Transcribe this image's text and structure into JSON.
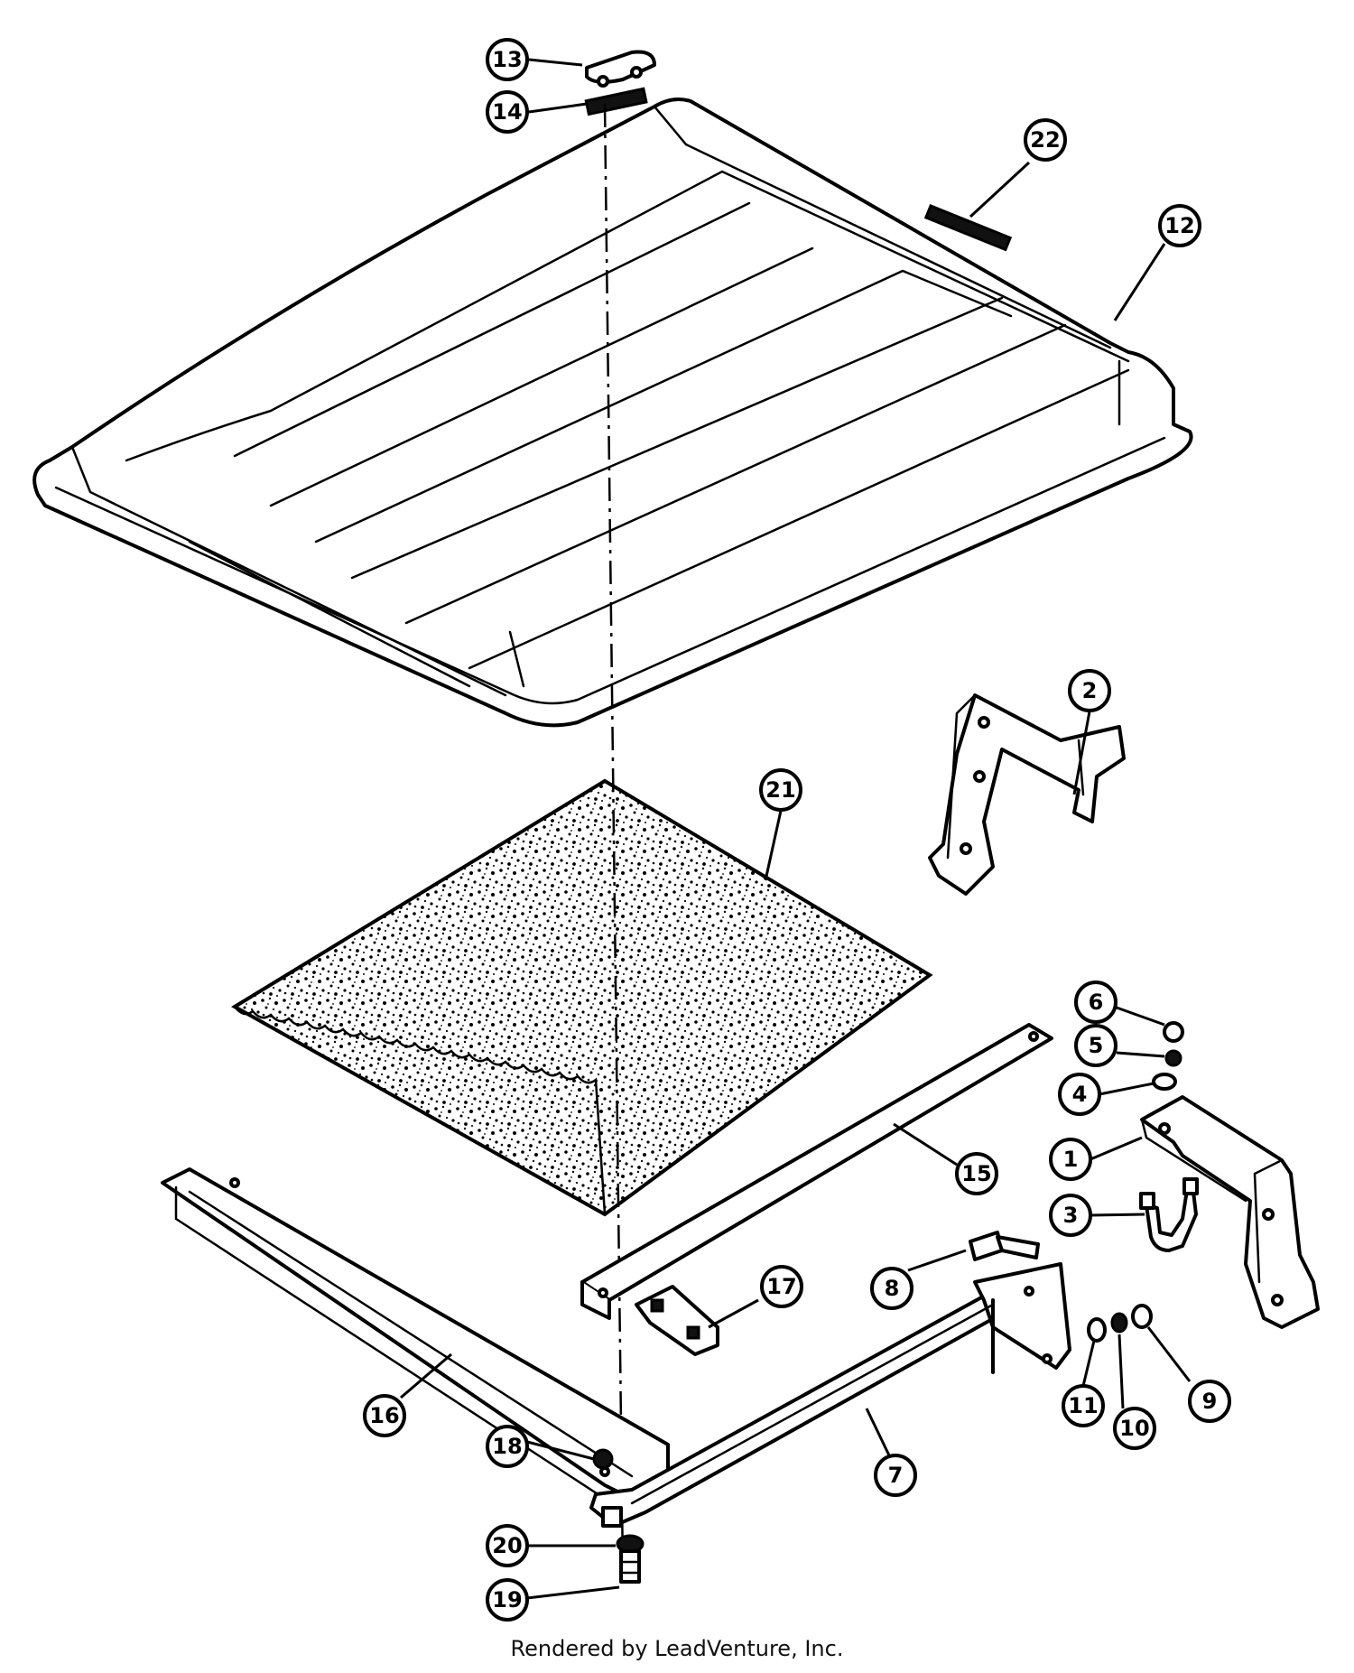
{
  "footer": "Rendered by LeadVenture, Inc.",
  "callouts": [
    {
      "id": "13",
      "label": "13"
    },
    {
      "id": "14",
      "label": "14"
    },
    {
      "id": "22",
      "label": "22"
    },
    {
      "id": "12",
      "label": "12"
    },
    {
      "id": "2",
      "label": "2"
    },
    {
      "id": "21",
      "label": "21"
    },
    {
      "id": "6",
      "label": "6"
    },
    {
      "id": "5",
      "label": "5"
    },
    {
      "id": "4",
      "label": "4"
    },
    {
      "id": "1",
      "label": "1"
    },
    {
      "id": "15",
      "label": "15"
    },
    {
      "id": "3",
      "label": "3"
    },
    {
      "id": "8",
      "label": "8"
    },
    {
      "id": "17",
      "label": "17"
    },
    {
      "id": "16",
      "label": "16"
    },
    {
      "id": "11",
      "label": "11"
    },
    {
      "id": "10",
      "label": "10"
    },
    {
      "id": "9",
      "label": "9"
    },
    {
      "id": "18",
      "label": "18"
    },
    {
      "id": "7",
      "label": "7"
    },
    {
      "id": "20",
      "label": "20"
    },
    {
      "id": "19",
      "label": "19"
    }
  ]
}
